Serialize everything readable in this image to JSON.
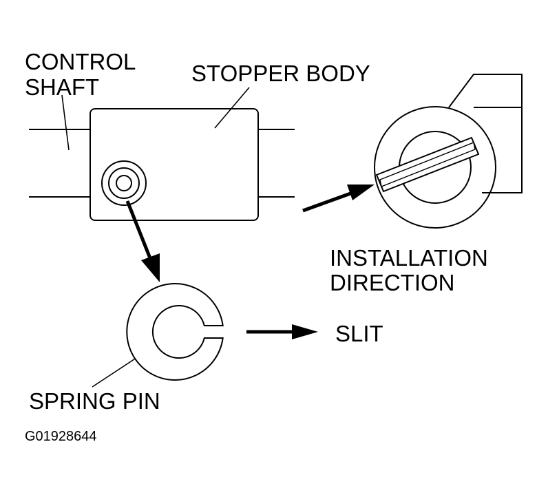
{
  "figure": {
    "labels": {
      "control_shaft": [
        "CONTROL",
        "SHAFT"
      ],
      "stopper_body": "STOPPER BODY",
      "installation_direction": [
        "INSTALLATION",
        "DIRECTION"
      ],
      "slit": "SLIT",
      "spring_pin": "SPRING PIN"
    },
    "reference_code": "G01928644"
  }
}
